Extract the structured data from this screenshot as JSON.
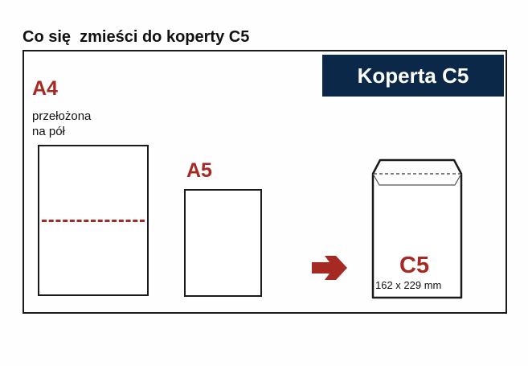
{
  "title": "Co się  zmieści do koperty C5",
  "badge": {
    "label": "Koperta C5",
    "background": "#0c2848",
    "text_color": "#ffffff"
  },
  "items": [
    {
      "id": "a4",
      "label": "A4",
      "sublabel_line1": "przełożona",
      "sublabel_line2": "na pół",
      "has_fold_line": true
    },
    {
      "id": "a5",
      "label": "A5"
    },
    {
      "id": "c5",
      "label": "C5",
      "size": "162 x 229 mm"
    }
  ],
  "arrow": {
    "icon": "arrow-right-icon",
    "color": "#a52a24"
  },
  "colors": {
    "accent_red": "#a52a24",
    "outline": "#1a1a1a"
  }
}
